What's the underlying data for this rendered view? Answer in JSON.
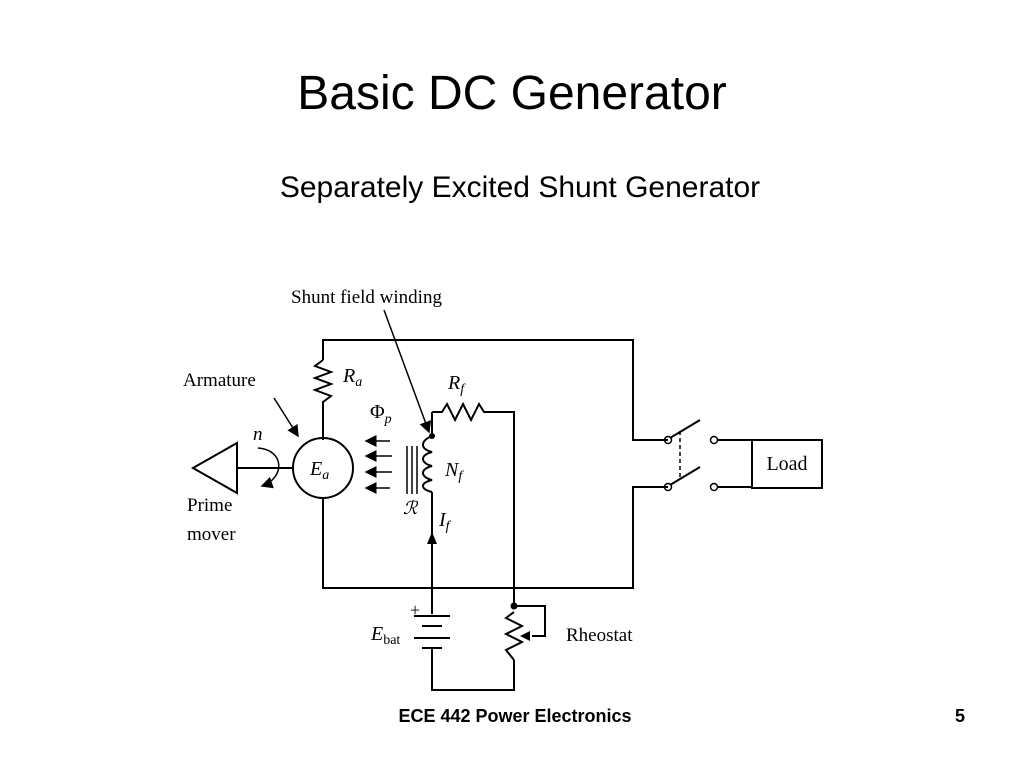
{
  "slide": {
    "title": "Basic DC Generator",
    "subtitle": "Separately Excited Shunt Generator",
    "footer": "ECE 442 Power Electronics",
    "page_number": "5"
  },
  "diagram": {
    "labels": {
      "shunt_field_winding": "Shunt field winding",
      "armature": "Armature",
      "prime_mover_line1": "Prime",
      "prime_mover_line2": "mover",
      "speed": "n",
      "ra_symbol": "R",
      "ra_sub": "a",
      "rf_symbol": "R",
      "rf_sub": "f",
      "flux_symbol": "Φ",
      "flux_sub": "p",
      "ea_symbol": "E",
      "ea_sub": "a",
      "nf_symbol": "N",
      "nf_sub": "f",
      "reluctance": "ℛ",
      "if_symbol": "I",
      "if_sub": "f",
      "plus": "+",
      "ebat_symbol": "E",
      "ebat_sub": "bat",
      "rheostat": "Rheostat",
      "load": "Load"
    }
  }
}
